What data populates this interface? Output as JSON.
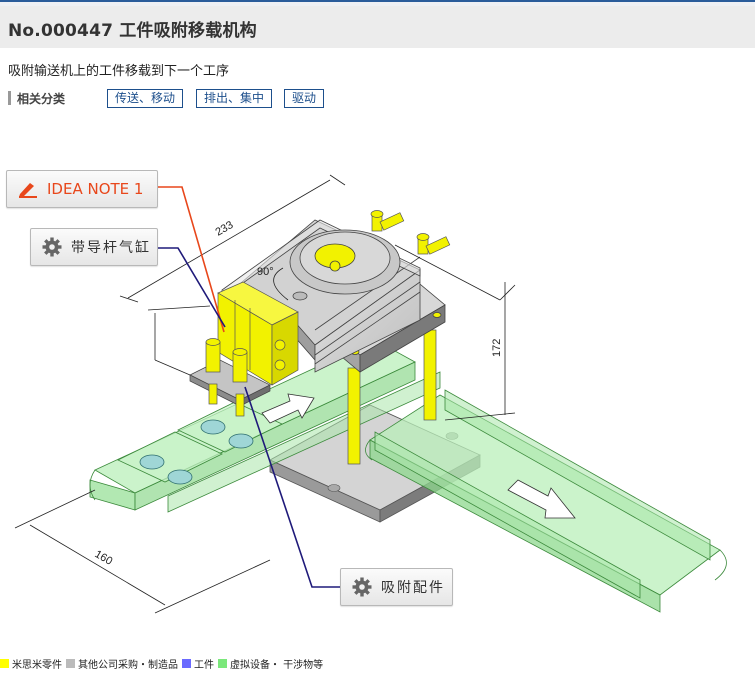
{
  "header": {
    "title": "No.000447 工件吸附移载机构"
  },
  "description": "吸附输送机上的工件移载到下一个工序",
  "categories": {
    "label": "相关分类",
    "tags": [
      {
        "label": "传送、移动"
      },
      {
        "label": "排出、集中"
      },
      {
        "label": "驱动"
      }
    ]
  },
  "diagram": {
    "callouts": [
      {
        "id": "idea-note",
        "label": "IDEA NOTE 1",
        "icon": "pencil-icon",
        "line_color": "#e8471b"
      },
      {
        "id": "guided-cylinder",
        "label": "带导杆气缸",
        "icon": "gear-icon",
        "line_color": "#1f1a7a"
      },
      {
        "id": "suction-fitting",
        "label": "吸附配件",
        "icon": "gear-icon",
        "line_color": "#1f1a7a"
      }
    ],
    "dimensions": {
      "width": "233",
      "height": "172",
      "depth": "160",
      "rotation": "90°"
    }
  },
  "legend": {
    "items": [
      {
        "label": "米思米零件",
        "color": "#ffff00"
      },
      {
        "label": "其他公司采购・制造品",
        "color": "#bbbbbb"
      },
      {
        "label": "工件",
        "color": "#6a6aff"
      },
      {
        "label": "虚拟设备・ 干涉物等",
        "color": "#7be87b"
      }
    ]
  },
  "colors": {
    "accent_blue": "#1d4f8c",
    "note_orange": "#e8471b",
    "leader_navy": "#1f1a7a",
    "header_bg": "#ececec"
  }
}
